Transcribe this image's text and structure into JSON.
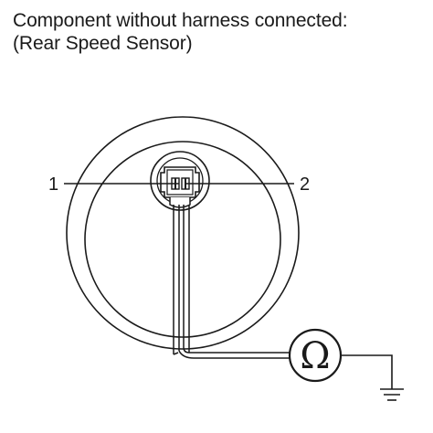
{
  "caption": {
    "line1": "Component without harness connected:",
    "line2": "(Rear Speed Sensor)"
  },
  "diagram": {
    "pin_left_label": "1",
    "pin_right_label": "2",
    "meter_symbol": "Ω",
    "meter_icon": "ohmmeter-icon",
    "ground_icon": "ground-symbol-icon",
    "line_color": "#1a1a1a"
  }
}
